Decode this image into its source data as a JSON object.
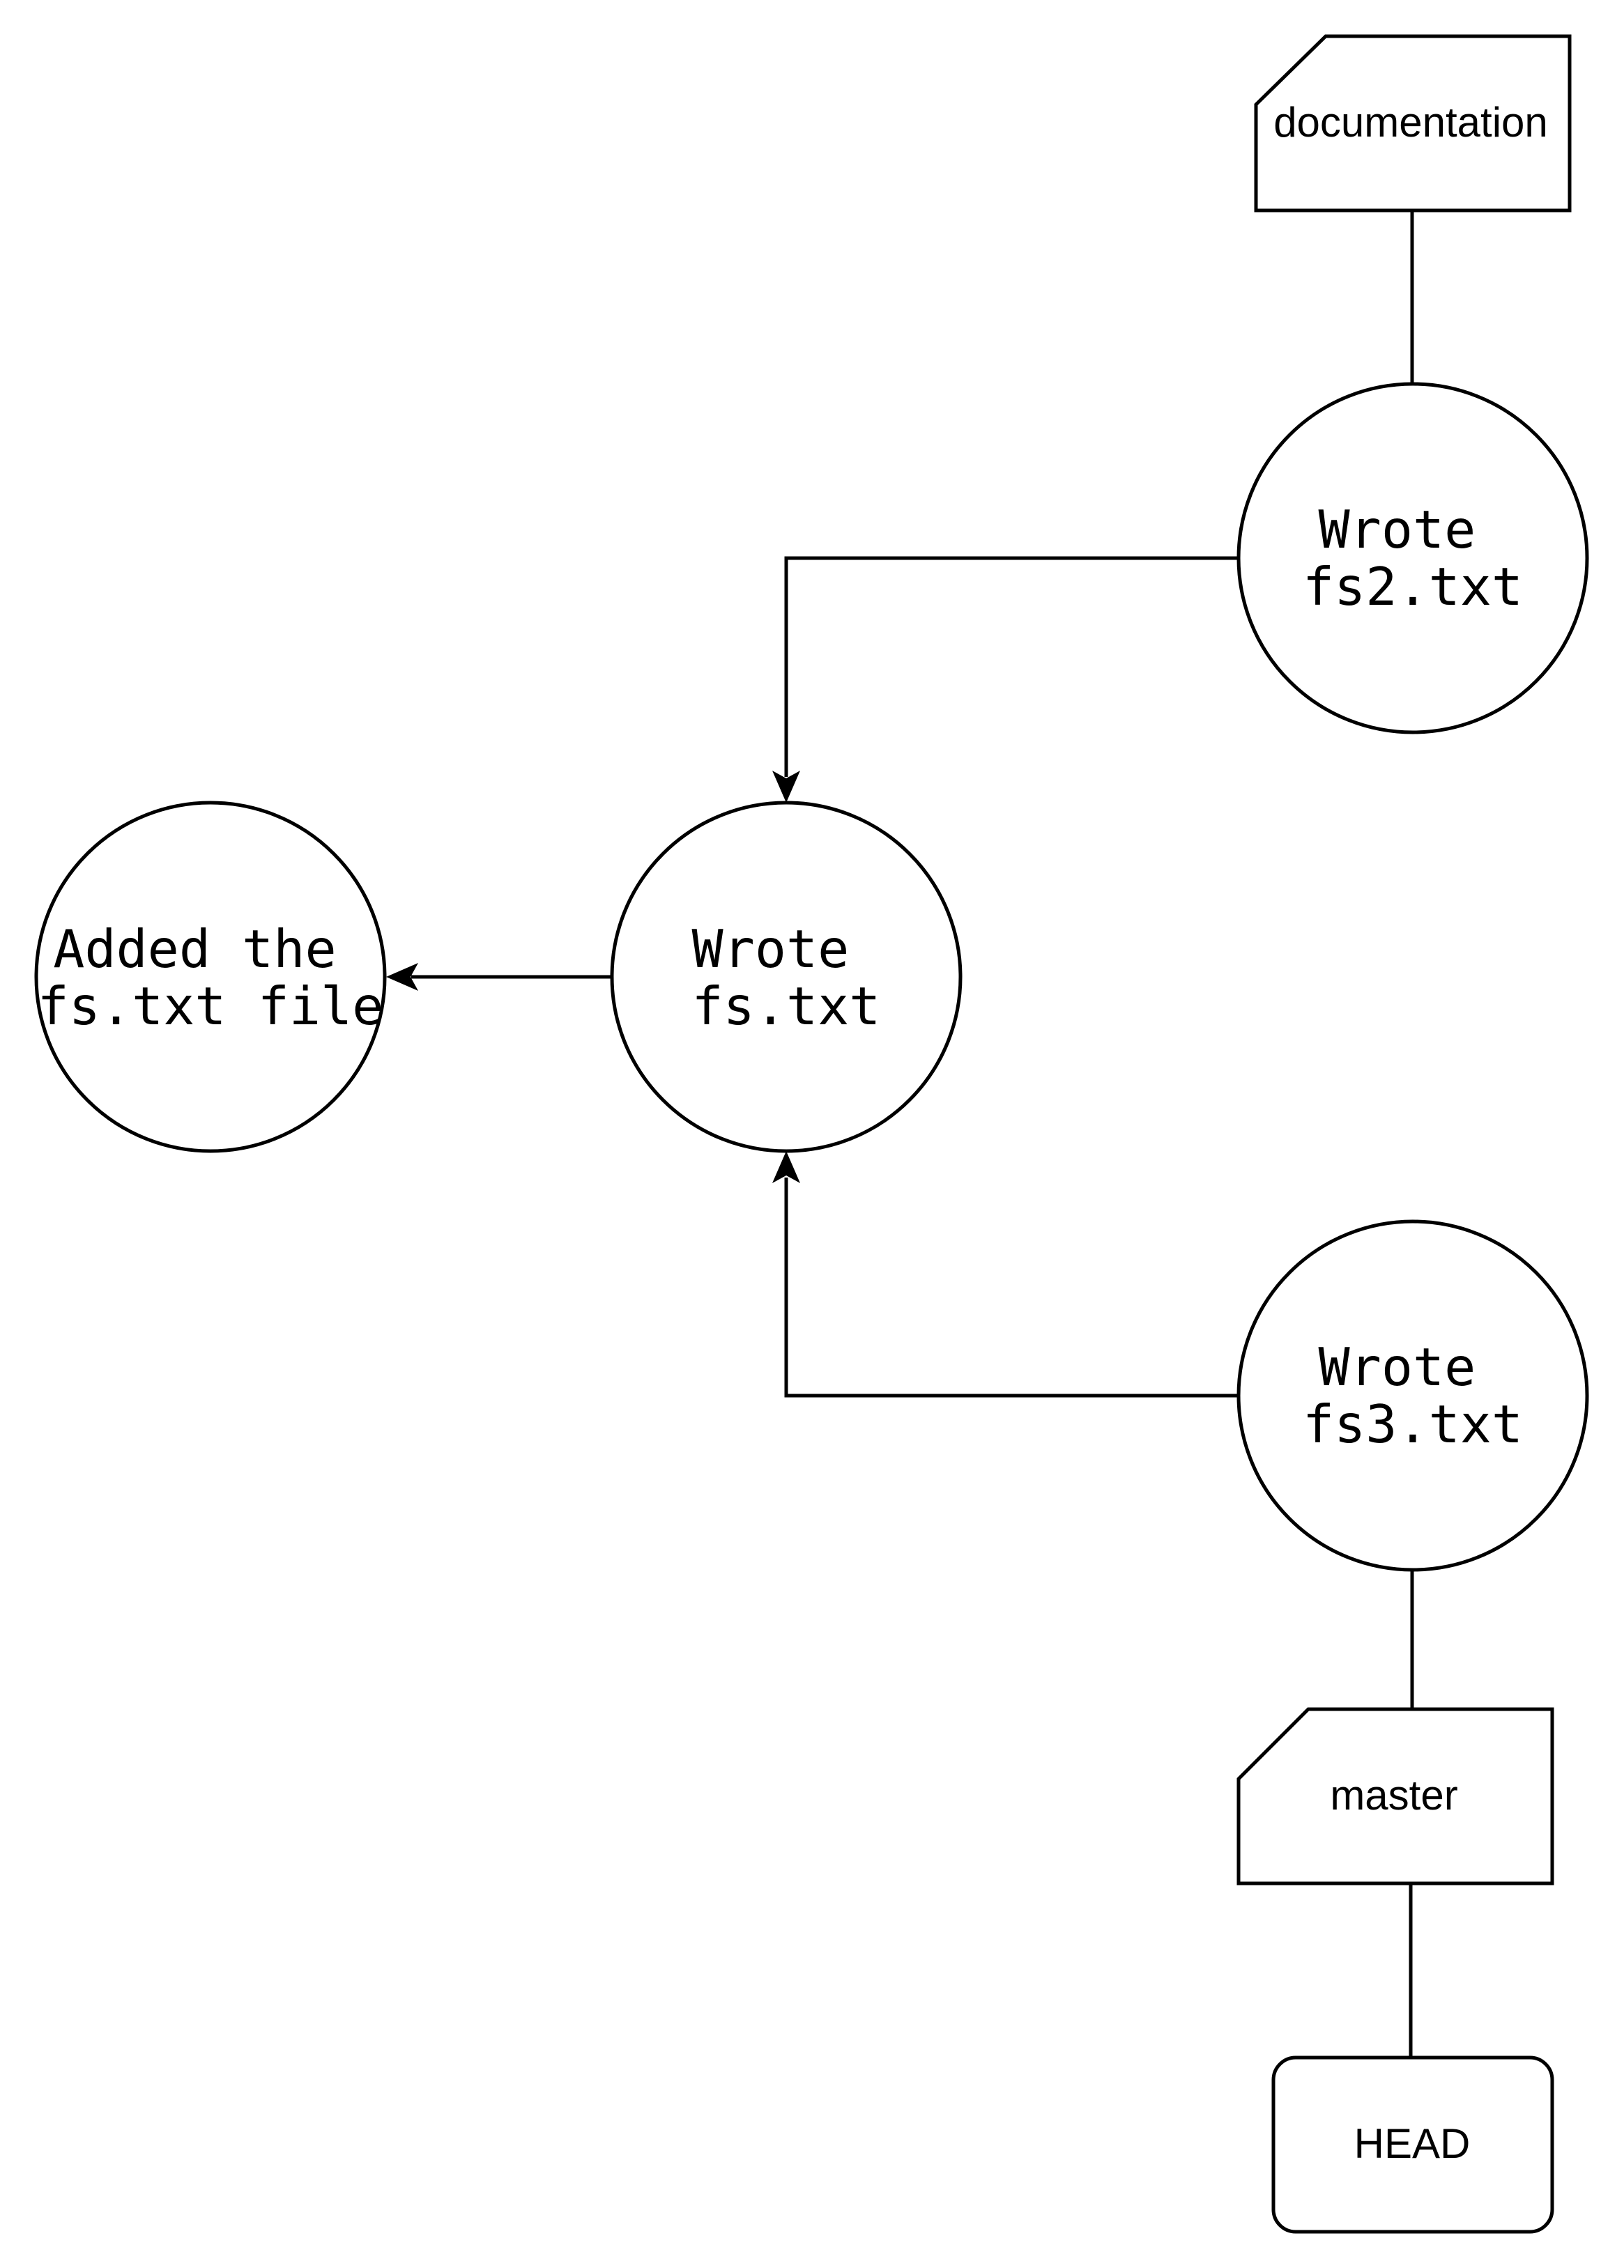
{
  "commits": {
    "c1": {
      "line1": "Added the",
      "line2": "fs.txt file"
    },
    "c2": {
      "line1": "Wrote",
      "line2": "fs.txt"
    },
    "c3": {
      "line1": "Wrote",
      "line2": "fs2.txt"
    },
    "c4": {
      "line1": "Wrote",
      "line2": "fs3.txt"
    }
  },
  "branches": {
    "documentation": "documentation",
    "master": "master"
  },
  "head": "HEAD",
  "colors": {
    "stroke": "#000000",
    "fill": "#ffffff"
  }
}
